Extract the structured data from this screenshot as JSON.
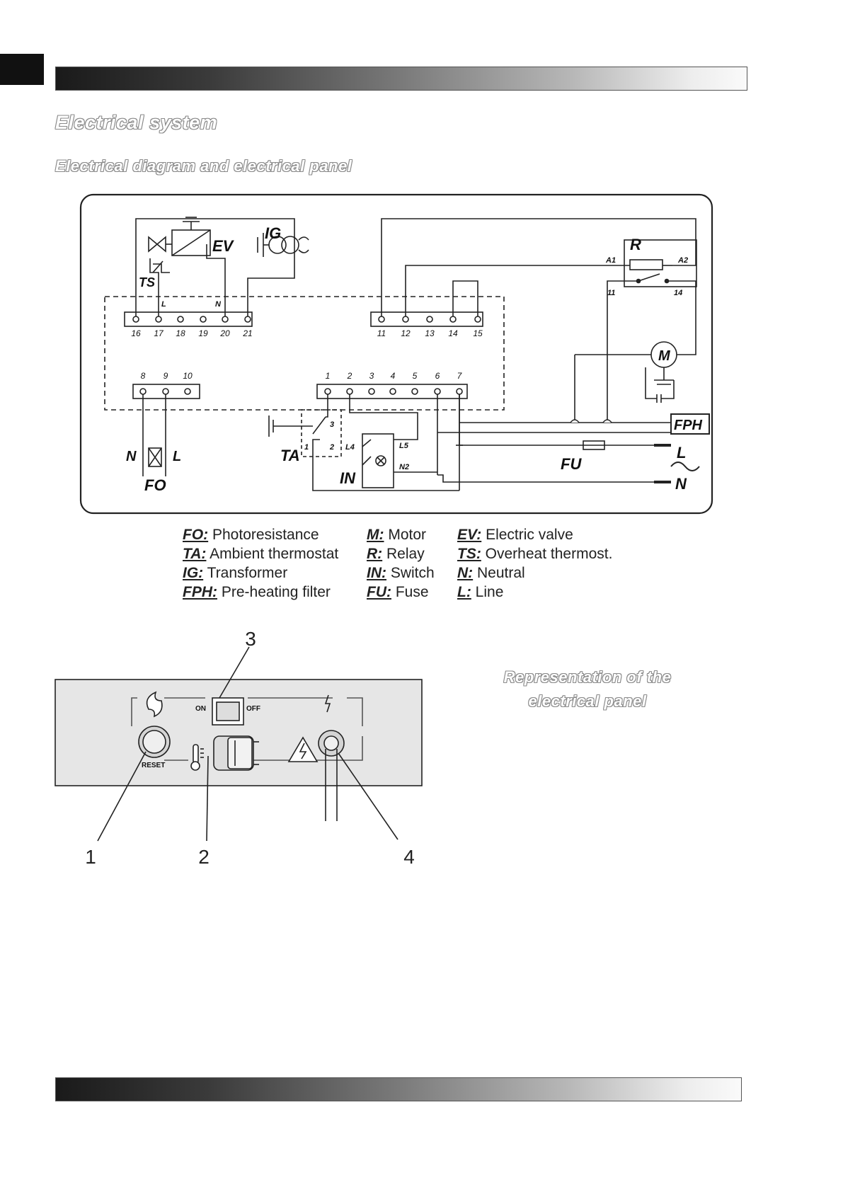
{
  "heading": "Electrical system",
  "subheading": "Electrical diagram and electrical panel",
  "panel_caption": "Representation of the electrical panel",
  "diagram": {
    "components": [
      "EV",
      "IG",
      "TS",
      "R",
      "M",
      "FPH",
      "TA",
      "IN",
      "FO",
      "FU"
    ],
    "terminals_top_left": [
      "16",
      "17",
      "18",
      "19",
      "20",
      "21"
    ],
    "terminals_top_right": [
      "11",
      "12",
      "13",
      "14",
      "15"
    ],
    "terminals_bottom_left": [
      "8",
      "9",
      "10"
    ],
    "terminals_bottom_right": [
      "1",
      "2",
      "3",
      "4",
      "5",
      "6",
      "7"
    ],
    "labels": {
      "L_small": "L",
      "N_small": "N",
      "A1": "A1",
      "A2": "A2",
      "r11": "11",
      "r14": "14",
      "ta1": "1",
      "ta2": "2",
      "ta3": "3",
      "L4": "L4",
      "L5": "L5",
      "N2": "N2",
      "fo_N": "N",
      "fo_L": "L",
      "line_L": "L",
      "line_N": "N"
    }
  },
  "legend": [
    {
      "code": "FO:",
      "desc": "Photoresistance"
    },
    {
      "code": "TA:",
      "desc": "Ambient thermostat"
    },
    {
      "code": "IG:",
      "desc": "Transformer"
    },
    {
      "code": "FPH:",
      "desc": "Pre-heating filter"
    },
    {
      "code": "M:",
      "desc": "Motor"
    },
    {
      "code": "R:",
      "desc": "Relay"
    },
    {
      "code": "IN:",
      "desc": "Switch"
    },
    {
      "code": "FU:",
      "desc": "Fuse"
    },
    {
      "code": "EV:",
      "desc": "Electric valve"
    },
    {
      "code": "TS:",
      "desc": "Overheat thermost."
    },
    {
      "code": "N:",
      "desc": "Neutral"
    },
    {
      "code": "L:",
      "desc": "Line"
    }
  ],
  "panel": {
    "on_label": "ON",
    "off_label": "OFF",
    "reset_label": "RESET",
    "callouts": [
      "1",
      "2",
      "3",
      "4"
    ]
  }
}
